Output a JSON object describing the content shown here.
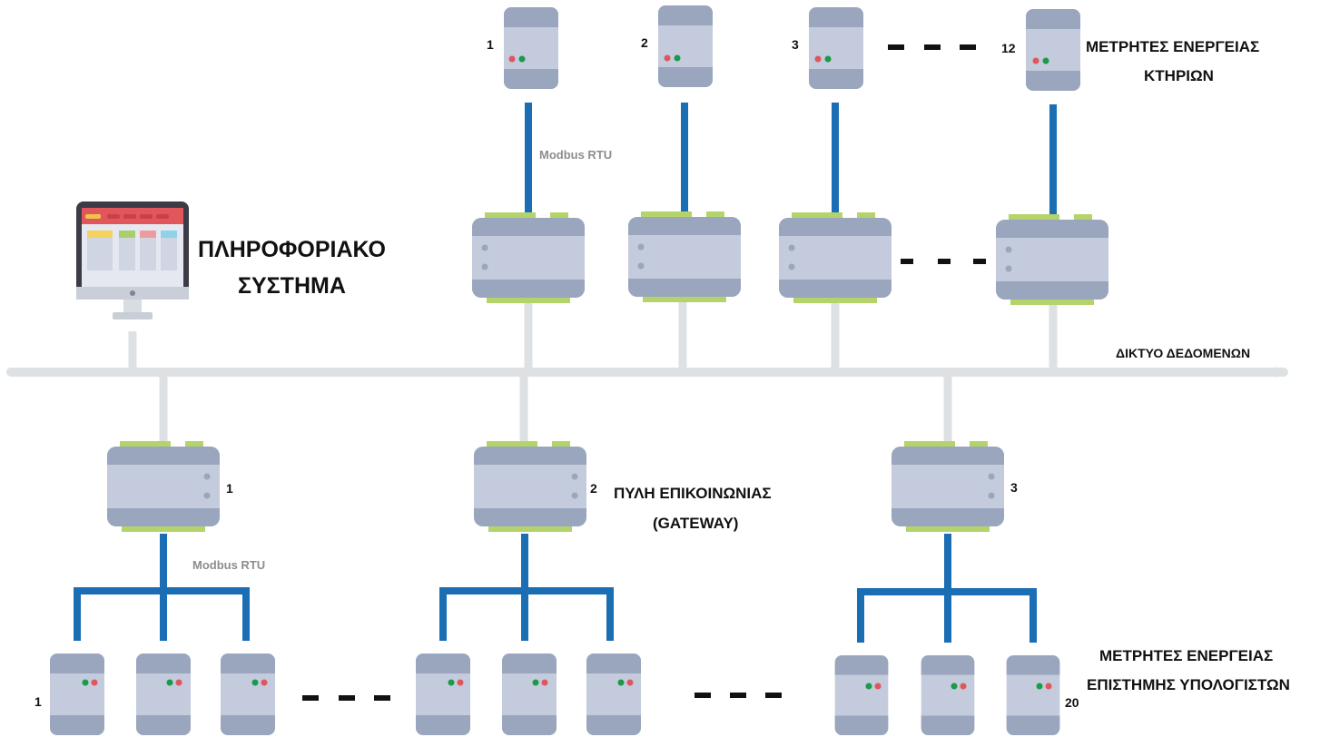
{
  "colors": {
    "bus": "#dde1e3",
    "rs485": "#1b6db4",
    "device_body": "#c3cbdc",
    "device_band": "#9aa6bd",
    "terminal": "#b5d36b",
    "led_red": "#e0565b",
    "led_green": "#1a9b4a",
    "text": "#111111",
    "protocol_text": "#8d8d8d"
  },
  "labels": {
    "info_system_line1": "ΠΛΗΡΟΦΟΡΙΑΚΟ",
    "info_system_line2": "ΣΥΣΤΗΜΑ",
    "building_meters_line1": "ΜΕΤΡΗΤΕΣ ΕΝΕΡΓΕΙΑΣ",
    "building_meters_line2": "ΚΤΗΡΙΩΝ",
    "data_network": "ΔΙΚΤΥΟ ΔΕΔΟΜΕΝΩΝ",
    "gateway_line1": "ΠΥΛΗ ΕΠΙΚΟΙΝΩΝΙΑΣ",
    "gateway_line2": "(GATEWAY)",
    "cs_meters_line1": "ΜΕΤΡΗΤΕΣ ΕΝΕΡΓΕΙΑΣ",
    "cs_meters_line2": "ΕΠΙΣΤΗΜΗΣ ΥΠΟΛΟΓΙΣΤΩΝ",
    "protocol_top": "Modbus RTU",
    "protocol_bottom": "Modbus RTU"
  },
  "top_meters": [
    {
      "number": "1"
    },
    {
      "number": "2"
    },
    {
      "number": "3"
    },
    {
      "number": "12"
    }
  ],
  "gateways": [
    {
      "number": "1"
    },
    {
      "number": "2"
    },
    {
      "number": "3"
    }
  ],
  "bottom_meters": {
    "first_number": "1",
    "last_number": "20"
  },
  "icons": {
    "computer": "monitor-icon",
    "meter": "energy-meter-icon",
    "gateway": "gateway-module-icon"
  }
}
